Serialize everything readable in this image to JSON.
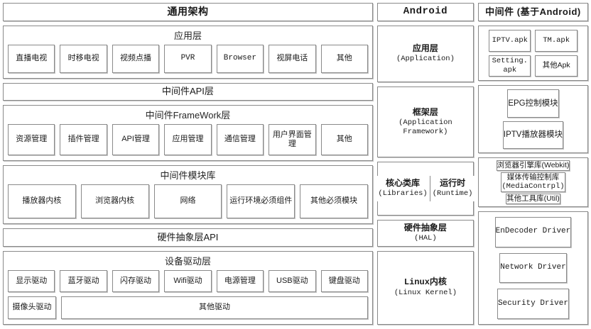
{
  "columns": {
    "left": {
      "header": "通用架构",
      "groups": [
        {
          "title": "应用层",
          "rows": [
            [
              "直播电视",
              "时移电视",
              "视频点播",
              "PVR",
              "Browser",
              "视屏电话",
              "其他"
            ]
          ]
        }
      ],
      "api_bar": "中间件API层",
      "framework": {
        "title": "中间件FrameWork层",
        "items": [
          "资源管理",
          "插件管理",
          "API管理",
          "应用管理",
          "通信管理",
          "用户界面管理",
          "其他"
        ]
      },
      "modules": {
        "title": "中间件模块库",
        "items": [
          "播放器内核",
          "浏览器内核",
          "网络",
          "运行环境必须组件",
          "其他必须模块"
        ]
      },
      "hal_bar": "硬件抽象层API",
      "drivers": {
        "title": "设备驱动层",
        "row1": [
          "显示驱动",
          "蓝牙驱动",
          "闪存驱动",
          "Wifi驱动",
          "电源管理",
          "USB驱动",
          "键盘驱动"
        ],
        "row2": [
          "摄像头驱动",
          "其他驱动"
        ]
      }
    },
    "middle": {
      "header": "Android",
      "layers": [
        {
          "cn": "应用层",
          "en": "(Application)"
        },
        {
          "cn": "框架层",
          "en": "(Application Framework)"
        },
        {
          "cn": "核心类库",
          "en": "(Libraries)"
        },
        {
          "cn": "运行时",
          "en": "(Runtime)"
        },
        {
          "cn": "硬件抽象层",
          "en": "(HAL)"
        },
        {
          "cn": "Linux内核",
          "en": "(Linux Kernel)"
        }
      ]
    },
    "right": {
      "header": "中间件 (基于Android)",
      "apks": [
        "IPTV.apk",
        "TM.apk",
        "Setting. apk",
        "其他Apk"
      ],
      "modules": [
        "EPG控制模块",
        "IPTV播放器模块"
      ],
      "libs": [
        {
          "line1": "浏览器引擎库(Webkit)",
          "line2": ""
        },
        {
          "line1": "媒体传输控制库",
          "line2": "(MediaContrpl)"
        },
        {
          "line1": "其他工具库(Util)",
          "line2": ""
        }
      ],
      "drivers": [
        "EnDecoder Driver",
        "Network Driver",
        "Security Driver"
      ]
    }
  }
}
